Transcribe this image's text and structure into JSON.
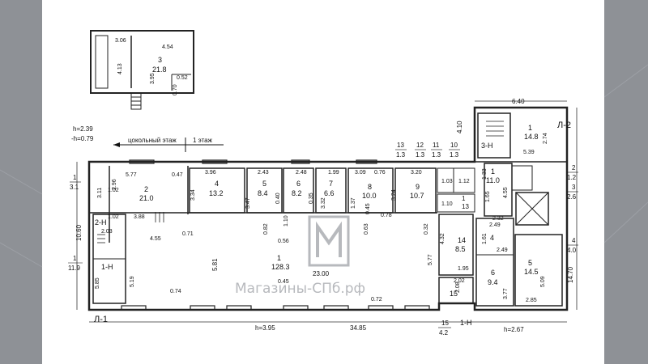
{
  "annex": {
    "room_num": "3",
    "room_area": "21.8",
    "d1": "3.06",
    "d2": "4.54",
    "d3": "4.13",
    "d4": "3.95",
    "d5": "0.52",
    "d6": "0.70"
  },
  "legend": {
    "h1": "h=2.39",
    "h2": "-h=0.79",
    "basement": "цокольный этаж",
    "first_floor": "1 этаж",
    "top_dim": "6.40",
    "tower_dim": "4.10"
  },
  "sections": {
    "l1": "Л-1",
    "l2": "Л-2",
    "n1": "1-Н",
    "n2": "2-Н",
    "n3": "3-Н",
    "n_bottom": "1-Н"
  },
  "heights": {
    "main": "h=3.95",
    "annex": "h=2.67"
  },
  "dims": {
    "total_length": "34.85",
    "left_height": "10.60",
    "right_height": "14.70",
    "room1_width": "23.00",
    "room1_depth": "5.81"
  },
  "room_labels": [
    {
      "id": "r1",
      "num": "1",
      "area": "128.3"
    },
    {
      "id": "r2",
      "num": "2",
      "area": "21.0"
    },
    {
      "id": "r4",
      "num": "4",
      "area": "13.2"
    },
    {
      "id": "r5",
      "num": "5",
      "area": "8.4"
    },
    {
      "id": "r6",
      "num": "6",
      "area": "8.2"
    },
    {
      "id": "r7",
      "num": "7",
      "area": "6.6"
    },
    {
      "id": "r8",
      "num": "8",
      "area": "10.0"
    },
    {
      "id": "r9",
      "num": "9",
      "area": "10.7"
    },
    {
      "id": "r14",
      "num": "14",
      "area": "8.5"
    },
    {
      "id": "r15",
      "num": "15",
      "area": ""
    },
    {
      "id": "ra4",
      "num": "4",
      "area": ""
    },
    {
      "id": "ra5",
      "num": "5",
      "area": "14.5"
    },
    {
      "id": "ra6",
      "num": "6",
      "area": "9.4"
    },
    {
      "id": "ra1",
      "num": "1",
      "area": "14.8"
    },
    {
      "id": "ra_1_11",
      "num": "1",
      "area": "11.0"
    },
    {
      "id": "rs13",
      "num": "1",
      "area": "13"
    }
  ],
  "side_labels": {
    "left_3_1": [
      "1",
      "3.1"
    ],
    "left_11_9": [
      "1",
      "11.9"
    ],
    "top_13_a": [
      "13",
      "1.3"
    ],
    "top_12": [
      "12",
      "1.3"
    ],
    "top_11": [
      "11",
      "1.3"
    ],
    "top_10": [
      "10",
      "1.3"
    ],
    "right_2": [
      "2",
      "1.2"
    ],
    "right_3": [
      "3",
      "2.6"
    ],
    "right_4": [
      "4",
      "4.0"
    ],
    "bottom_15": [
      "15",
      "4.2"
    ]
  },
  "misc_dims": [
    "5.77",
    "0.47",
    "2.96",
    "3.11",
    "1.02",
    "3.88",
    "4.55",
    "0.71",
    "3.96",
    "3.34",
    "2.43",
    "2.48",
    "1.99",
    "3.09",
    "0.76",
    "3.20",
    "3.24",
    "3.47",
    "0.40",
    "0.35",
    "1.10",
    "3.32",
    "1.37",
    "0.45",
    "0.63",
    "0.78",
    "0.56",
    "0.82",
    "0.45",
    "0.74",
    "0.32",
    "0.72",
    "5.77",
    "4.32",
    "1.95",
    "2.02",
    "2.08",
    "2.49",
    "1.61",
    "2.49",
    "3.77",
    "5.09",
    "2.85",
    "1.33",
    "1.65",
    "2.32",
    "4.55",
    "5.39",
    "2.74",
    "2.03",
    "5.19",
    "5.85",
    "1.02",
    "1.10",
    "1.03",
    "1.12"
  ],
  "watermark": "Магазины-СПб.рф"
}
